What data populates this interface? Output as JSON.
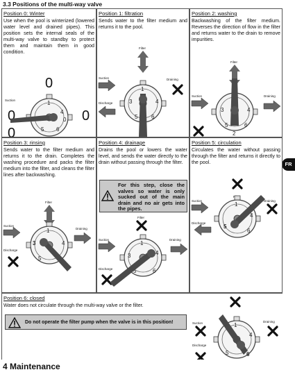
{
  "section_heading": "3.3 Positions of the multi-way valve",
  "side_tab": "FR",
  "maintenance_heading": "4 Maintenance",
  "labels": {
    "suction": "Suction",
    "draining": "Draining",
    "discharge": "Discharge",
    "filter": "Filter"
  },
  "positions": {
    "p0": {
      "title": "Position 0: Winter",
      "text": "Use when the pool is winterized (lowered water level and drained pipes). This position sets the internal seals of the multi-way valve to standby to protect them and maintain them in good condition.",
      "markers": [
        "0",
        "0",
        "0",
        "0"
      ]
    },
    "p1": {
      "title": "Position 1: filtration",
      "text": "Sends water to the filter medium and returns it to the pool."
    },
    "p2": {
      "title": "Position 2: washing",
      "text": "Backwashing of the filter medium. Reverses the direction of flow in the filter and returns water to the drain to remove impurities."
    },
    "p3": {
      "title": "Position 3: rinsing",
      "text": "Sends water to the filter medium and returns it to the drain. Completes the washing procedure and packs the filter medium into the filter, and cleans the filter lines after backwashing."
    },
    "p4": {
      "title": "Position 4: drainage",
      "text": "Drains the pool or lowers the water level, and sends the water directly to the drain without passing through the filter.",
      "warning": "For this step, close the valves so water is only sucked out of the main drain and no air gets into the pipes."
    },
    "p5": {
      "title": "Position 5: circulation",
      "text": "Circulates the water without passing through the filter and returns it directly to the pool."
    },
    "p6": {
      "title": "Position 6: closed",
      "text": "Water does not circulate through the multi-way valve or the filter.",
      "warning": "Do not operate the filter pump when the valve is in this position!"
    }
  },
  "dial_numbers": [
    "1",
    "2",
    "3",
    "4",
    "5",
    "6",
    "0"
  ]
}
